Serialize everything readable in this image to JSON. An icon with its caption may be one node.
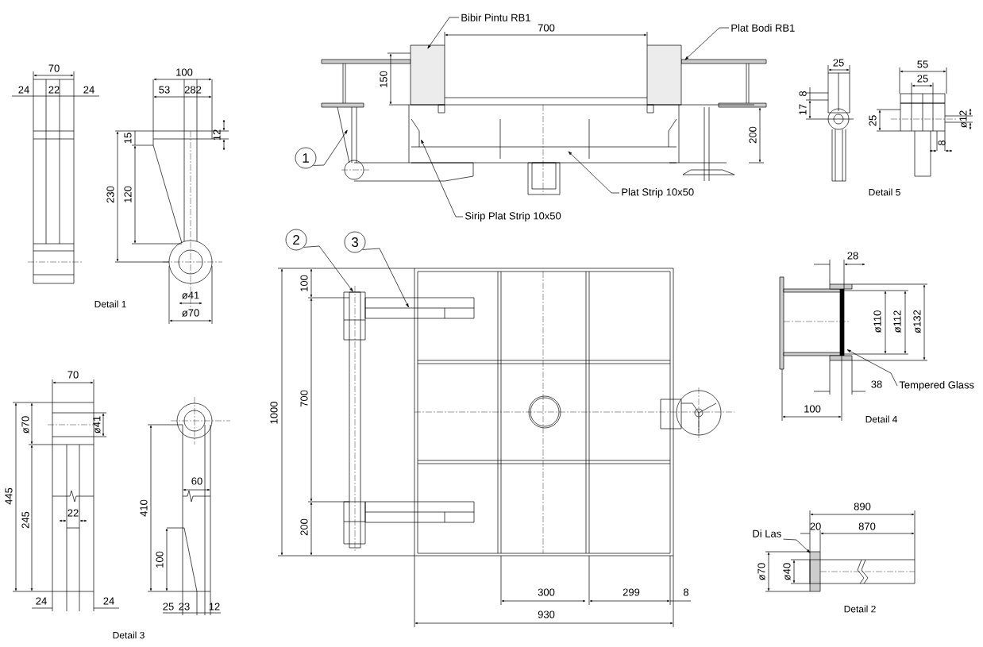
{
  "diagram": {
    "nodes": [
      {
        "text": [
          "Bibir Pintu RB1"
        ]
      },
      {
        "text": [
          "Plat Bodi RB1"
        ]
      },
      {
        "text": [
          "1"
        ]
      },
      {
        "text": [
          "Plat Strip 10x50"
        ]
      },
      {
        "text": [
          "Sirip Plat Strip 10x50"
        ]
      },
      {
        "text": [
          "2"
        ]
      },
      {
        "text": [
          "3"
        ]
      },
      {
        "text": [
          "Tempered Glass"
        ]
      },
      {
        "text": [
          "Di Las"
        ]
      }
    ],
    "edges": [
      {
        "from": 0,
        "to": null,
        "arrow": "to"
      },
      {
        "from": 1,
        "to": null,
        "arrow": "to"
      },
      {
        "from": 2,
        "to": null,
        "arrow": "to"
      },
      {
        "from": 3,
        "to": null,
        "arrow": "to"
      },
      {
        "from": 4,
        "to": null,
        "arrow": "to"
      },
      {
        "from": 5,
        "to": null,
        "arrow": "to"
      },
      {
        "from": 6,
        "to": null,
        "arrow": "to"
      },
      {
        "from": 7,
        "to": null,
        "arrow": "to"
      },
      {
        "from": 8,
        "to": null,
        "arrow": "to"
      }
    ],
    "labels": [
      "70",
      "100",
      "24",
      "22",
      "24",
      "53",
      "282",
      "15",
      "12",
      "230",
      "120",
      "ø41",
      "Detail 1",
      "ø70",
      "700",
      "150",
      "200",
      "25",
      "55",
      "25",
      "8",
      "17",
      "25",
      "ø12",
      "8",
      "Detail 5",
      "28",
      "100",
      "1000",
      "700",
      "ø110",
      "ø112",
      "ø132",
      "38",
      "100",
      "Detail 4",
      "200",
      "890",
      "20",
      "870",
      "ø70",
      "ø40",
      "300",
      "299",
      "8",
      "Detail 2",
      "930",
      "70",
      "ø70",
      "ø41",
      "445",
      "245",
      "22",
      "410",
      "60",
      "100",
      "24",
      "24",
      "25",
      "23",
      "12",
      "Detail 3"
    ]
  }
}
